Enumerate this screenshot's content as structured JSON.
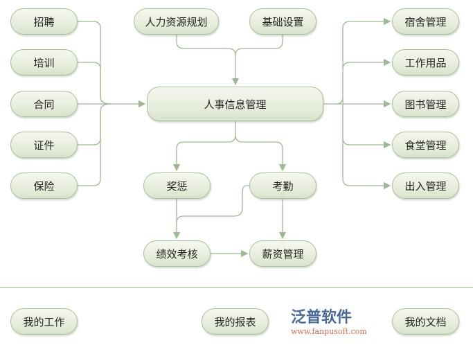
{
  "left": [
    "招聘",
    "培训",
    "合同",
    "证件",
    "保险"
  ],
  "top": [
    "人力资源规划",
    "基础设置"
  ],
  "center": "人事信息管理",
  "right": [
    "宿舍管理",
    "工作用品",
    "图书管理",
    "食堂管理",
    "出入管理"
  ],
  "lower": {
    "reward": "奖惩",
    "attendance": "考勤",
    "performance": "绩效考核",
    "salary": "薪资管理"
  },
  "bottom": [
    "我的工作",
    "我的报表",
    "我的文档"
  ],
  "watermark": {
    "brand": "泛普软件",
    "url": "www.fanpusoft.com"
  },
  "colors": {
    "line": "#9fb894",
    "node_border": "#a9bf9c"
  }
}
